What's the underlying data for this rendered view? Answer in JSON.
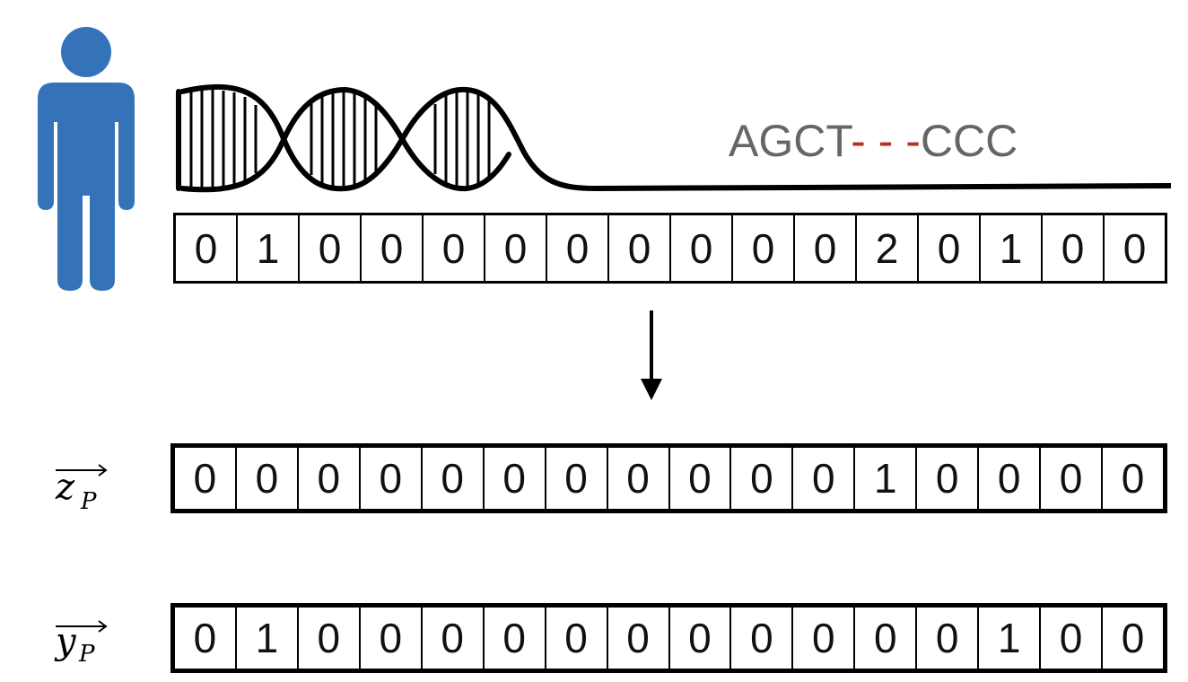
{
  "person": {
    "icon": "person-icon",
    "color": "#3573b9"
  },
  "dna": {
    "icon": "dna-helix-icon"
  },
  "sequence": {
    "prefix": "AGCT",
    "gap": "- - -",
    "suffix": "CCC",
    "text_color": "#666666",
    "gap_color": "#b53224"
  },
  "counts_row": [
    "0",
    "1",
    "0",
    "0",
    "0",
    "0",
    "0",
    "0",
    "0",
    "0",
    "0",
    "2",
    "0",
    "1",
    "0",
    "0"
  ],
  "arrow": {
    "icon": "down-arrow-icon"
  },
  "z_label": {
    "base": "z",
    "sub": "P"
  },
  "z_row": [
    "0",
    "0",
    "0",
    "0",
    "0",
    "0",
    "0",
    "0",
    "0",
    "0",
    "0",
    "1",
    "0",
    "0",
    "0",
    "0"
  ],
  "y_label": {
    "base": "y",
    "sub": "P"
  },
  "y_row": [
    "0",
    "1",
    "0",
    "0",
    "0",
    "0",
    "0",
    "0",
    "0",
    "0",
    "0",
    "0",
    "0",
    "1",
    "0",
    "0"
  ]
}
